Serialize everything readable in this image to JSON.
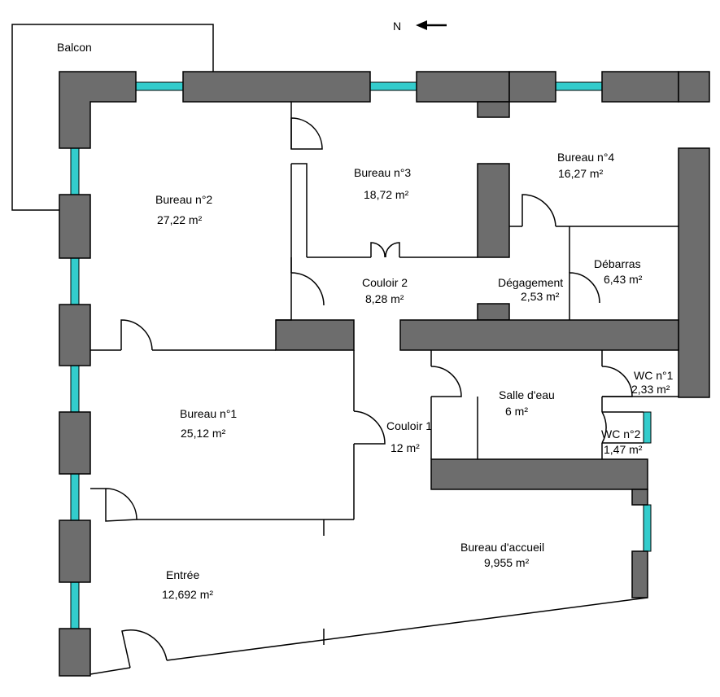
{
  "colors": {
    "wall": "#6d6d6d",
    "window": "#33cccc",
    "line": "#000000",
    "background": "#ffffff"
  },
  "compass": {
    "letter": "N",
    "arrow_icon": "left-arrow-icon"
  },
  "rooms": {
    "balcon": {
      "name": "Balcon"
    },
    "bureau2": {
      "name": "Bureau n°2",
      "area": "27,22  m²"
    },
    "bureau3": {
      "name": "Bureau n°3",
      "area": "18,72  m²"
    },
    "bureau4": {
      "name": "Bureau n°4",
      "area": "16,27  m²"
    },
    "couloir2": {
      "name": "Couloir 2",
      "area": "8,28  m²"
    },
    "degagement": {
      "name": "Dégagement",
      "area": "2,53  m²"
    },
    "debarras": {
      "name": "Débarras",
      "area": "6,43  m²"
    },
    "wc1": {
      "name": "WC n°1",
      "area": "2,33  m²"
    },
    "salle_eau": {
      "name": "Salle d'eau",
      "area": "6  m²"
    },
    "wc2": {
      "name": "WC n°2",
      "area": "1,47  m²"
    },
    "bureau1": {
      "name": "Bureau n°1",
      "area": "25,12  m²"
    },
    "couloir1": {
      "name": "Couloir 1",
      "area": "12  m²"
    },
    "accueil": {
      "name": "Bureau d'accueil",
      "area": "9,955  m²"
    },
    "entree": {
      "name": "Entrée",
      "area": "12,692  m²"
    }
  }
}
